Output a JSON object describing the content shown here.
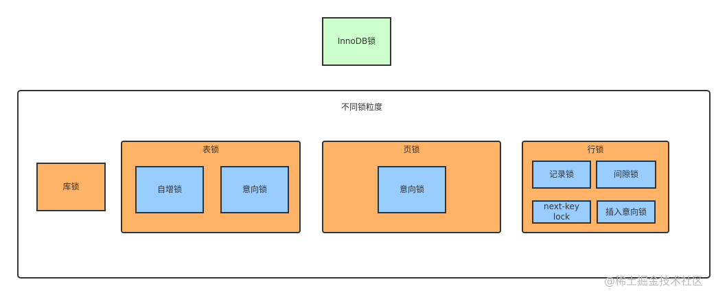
{
  "root": "InnoDB锁",
  "container_title": "不同锁粒度",
  "database_lock": "库锁",
  "table_lock": {
    "title": "表锁",
    "items": [
      "自增锁",
      "意向锁"
    ]
  },
  "page_lock": {
    "title": "页锁",
    "items": [
      "意向锁"
    ]
  },
  "row_lock": {
    "title": "行锁",
    "items": [
      "记录锁",
      "间隙锁",
      "next-key lock",
      "插入意向锁"
    ]
  },
  "watermark": "@稀土掘金技术社区"
}
